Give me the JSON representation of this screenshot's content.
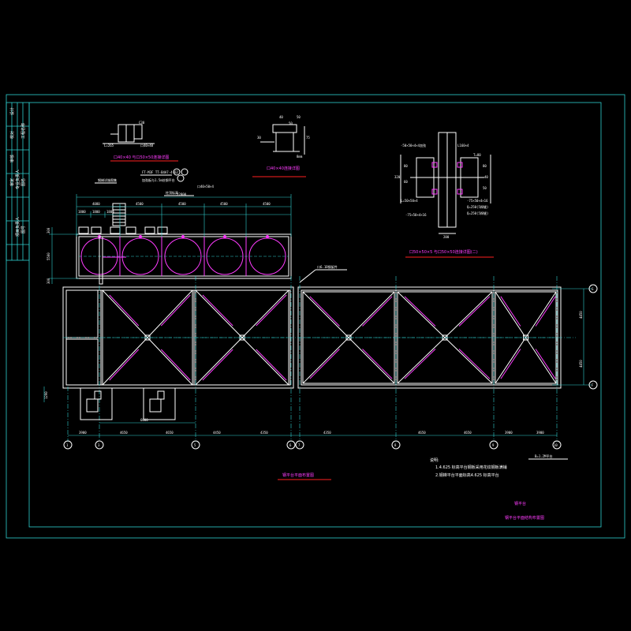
{
  "colors": {
    "background": "#000000",
    "frame": "#2fd0d0",
    "structure": "#ffffff",
    "accent": "#ff3cff",
    "underline": "#ff2020"
  },
  "detail_left": {
    "title": "口40×40 与口50×50连接详图",
    "labels": [
      "C30",
      "L=265",
      "口40×40"
    ]
  },
  "detail_mid": {
    "title": "口40×40连接详图",
    "labels": [
      "40",
      "50",
      "75",
      "30",
      "50",
      "8mm"
    ]
  },
  "detail_right": {
    "title": "口50×50×5 与口50×50连接详图(二)",
    "labels": [
      "-50×50×4×4加劲",
      "L160×4",
      "T=80",
      "80",
      "60",
      "80",
      "320",
      "40",
      "50",
      "200",
      "L=50×50×4",
      "-75×50×4×16",
      "Q=250(5焊缝)",
      "Q=250(5焊缝)",
      "-75×50×4×16"
    ]
  },
  "callouts": {
    "stair": "钢梯详施图集",
    "beam_note": "口40×50×4",
    "note_a": "加劲板与1.5m处钢平台",
    "spec": "FT-M3F TT-B4A7-4-62",
    "note_d": "柱顶标高",
    "arrow_note": "口6.1B钢架件"
  },
  "top_dims": {
    "overall": "22800",
    "segments": [
      "4080",
      "4500",
      "4500",
      "4500",
      "4500"
    ],
    "sub": [
      "1800",
      "1800",
      "1800"
    ]
  },
  "left_dims": [
    "300",
    "5500",
    "300",
    "1290"
  ],
  "right_dims": [
    "4450",
    "4450"
  ],
  "grid_axes": [
    "1",
    "3",
    "5",
    "6",
    "7",
    "8",
    "9",
    "10"
  ],
  "grid_right": [
    "G",
    "F"
  ],
  "bottom_dims": [
    "3900",
    "4650",
    "4650",
    "4450",
    "4350",
    "4350",
    "4650",
    "4650",
    "3900",
    "3900"
  ],
  "dim_6000": "6000",
  "section_title": "钢平台平面布置图",
  "notes": {
    "heading": "说明:",
    "items": [
      "1.4.625 标高平台钢板采用花纹钢板满铺",
      "2.钢梯平台平面标高4.625 标高平台"
    ]
  },
  "legend_tag": "B=1.2M平台",
  "title_block": {
    "line1": "钢平台",
    "line2": "钢平台平面结构布置图"
  },
  "side_strip": [
    "设计",
    "校对",
    "审核",
    "审定",
    "专业负责人",
    "项目负责人",
    "工程名称",
    "图名",
    "图号"
  ]
}
